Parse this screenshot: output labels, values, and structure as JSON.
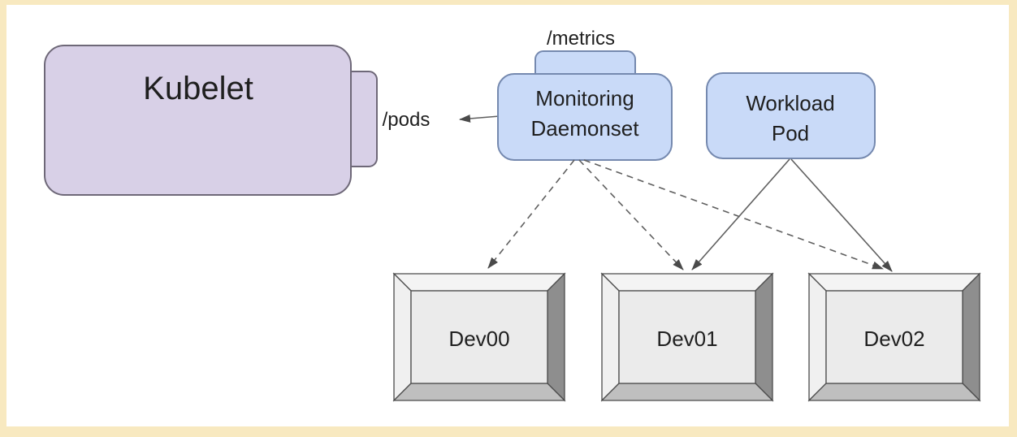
{
  "canvas": {
    "background": "#ffffff",
    "frame_color": "#f8e9c0"
  },
  "nodes": {
    "kubelet": {
      "label": "Kubelet",
      "fill": "#d8d0e7",
      "stroke": "#6e6878"
    },
    "monitoring_daemonset": {
      "lines": [
        "Monitoring",
        "Daemonset"
      ],
      "fill": "#c9daf8",
      "stroke": "#7589af"
    },
    "workload_pod": {
      "lines": [
        "Workload",
        "Pod"
      ],
      "fill": "#c9daf8",
      "stroke": "#7589af"
    },
    "devices": [
      {
        "label": "Dev00"
      },
      {
        "label": "Dev01"
      },
      {
        "label": "Dev02"
      }
    ]
  },
  "endpoints": {
    "pods_label": "/pods",
    "metrics_label": "/metrics"
  },
  "edges": [
    {
      "from": "monitoring-daemonset",
      "to": "kubelet-pods-endpoint",
      "style": "solid"
    },
    {
      "from": "monitoring-daemonset",
      "to": "dev00",
      "style": "dashed"
    },
    {
      "from": "monitoring-daemonset",
      "to": "dev01",
      "style": "dashed"
    },
    {
      "from": "monitoring-daemonset",
      "to": "dev02",
      "style": "dashed"
    },
    {
      "from": "workload-pod",
      "to": "dev01",
      "style": "solid"
    },
    {
      "from": "workload-pod",
      "to": "dev02",
      "style": "solid"
    }
  ],
  "colors": {
    "line": "#5f5f5f",
    "arrowhead": "#4a4a4a",
    "dev_outline": "#4c4c4c",
    "dev_top": "#f4f4f4",
    "dev_left": "#f0f0f0",
    "dev_right": "#8e8e8e",
    "dev_bottom": "#bfbfbf",
    "dev_face": "#ebebeb"
  }
}
